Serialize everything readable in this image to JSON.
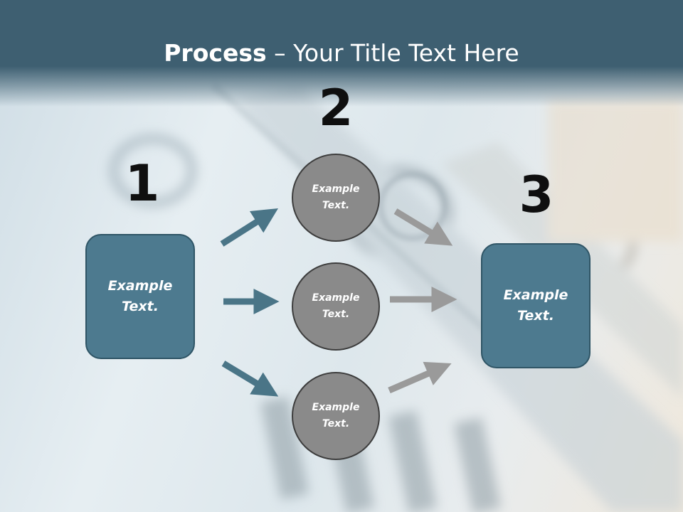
{
  "title": {
    "bold": "Process",
    "rest": " – Your Title Text Here"
  },
  "steps": {
    "step1": {
      "number": "1",
      "text": "Example Text."
    },
    "step2": {
      "number": "2",
      "items": [
        {
          "text": "Example Text."
        },
        {
          "text": "Example Text."
        },
        {
          "text": "Example Text."
        }
      ]
    },
    "step3": {
      "number": "3",
      "text": "Example Text."
    }
  },
  "colors": {
    "title_bar": "#3e5f71",
    "box_fill": "#4d7a8f",
    "circle_fill": "#8a8a8a",
    "arrow_blue": "#4a7587",
    "arrow_gray": "#9a9a9a"
  }
}
